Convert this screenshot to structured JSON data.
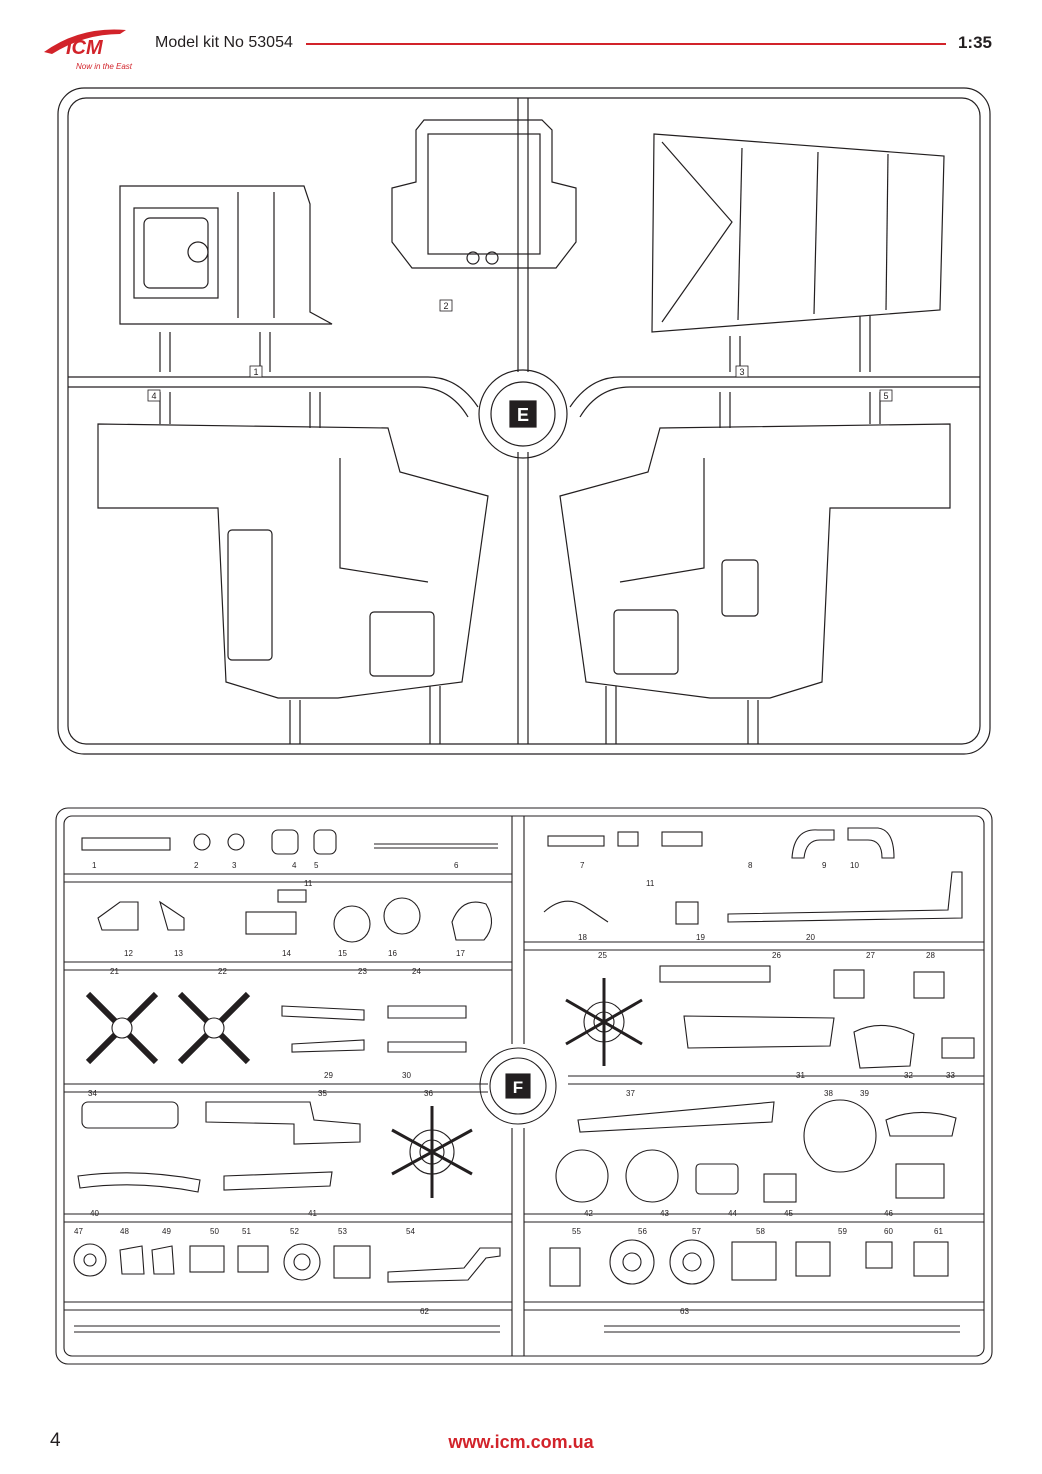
{
  "header": {
    "brand": "ICM",
    "tagline": "Now in the East",
    "kit_title": "Model kit No 53054",
    "scale": "1:35",
    "brand_color": "#d2232a"
  },
  "sprue_e": {
    "letter": "E",
    "parts": [
      "1",
      "2",
      "3",
      "4",
      "5"
    ]
  },
  "sprue_f": {
    "letter": "F",
    "parts": [
      "1",
      "2",
      "3",
      "4",
      "5",
      "6",
      "7",
      "8",
      "9",
      "10",
      "11",
      "11",
      "12",
      "13",
      "14",
      "15",
      "16",
      "17",
      "18",
      "19",
      "20",
      "21",
      "22",
      "23",
      "24",
      "25",
      "26",
      "27",
      "28",
      "29",
      "30",
      "31",
      "32",
      "33",
      "34",
      "35",
      "36",
      "37",
      "38",
      "39",
      "40",
      "41",
      "42",
      "43",
      "44",
      "45",
      "46",
      "47",
      "48",
      "49",
      "50",
      "51",
      "52",
      "53",
      "54",
      "55",
      "56",
      "57",
      "58",
      "59",
      "60",
      "61",
      "62",
      "63"
    ]
  },
  "footer": {
    "page_number": "4",
    "website": "www.icm.com.ua"
  }
}
